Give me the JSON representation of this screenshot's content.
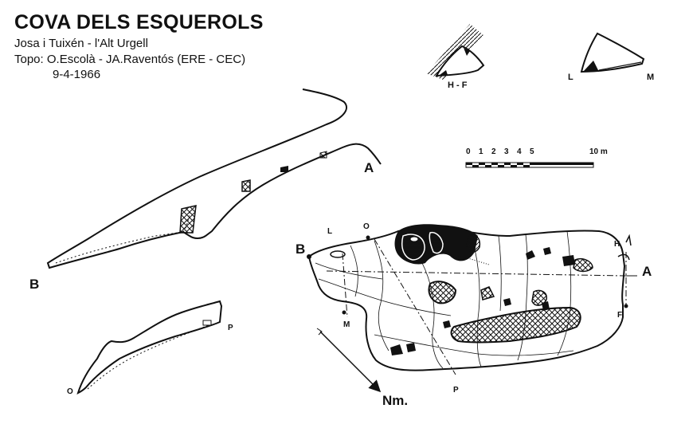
{
  "header": {
    "title": "COVA DELS ESQUEROLS",
    "location": "Josa i Tuixén - l'Alt Urgell",
    "topo": "Topo: O.Escolà - JA.Raventós (ERE - CEC)",
    "date": "9-4-1966"
  },
  "scale": {
    "ticks": [
      "0",
      "1",
      "2",
      "3",
      "4",
      "5"
    ],
    "end_label": "10 m"
  },
  "sections": {
    "hf_label": "H - F",
    "lm_label_l": "L",
    "lm_label_m": "M"
  },
  "profile_ab": {
    "label_a": "A",
    "label_b": "B"
  },
  "profile_op": {
    "label_o": "O",
    "label_p": "P"
  },
  "plan": {
    "label_b": "B",
    "label_l": "L",
    "label_o": "O",
    "label_h": "H",
    "label_a": "A",
    "label_m": "M",
    "label_f": "F",
    "label_p": "P",
    "north_label": "Nm."
  }
}
